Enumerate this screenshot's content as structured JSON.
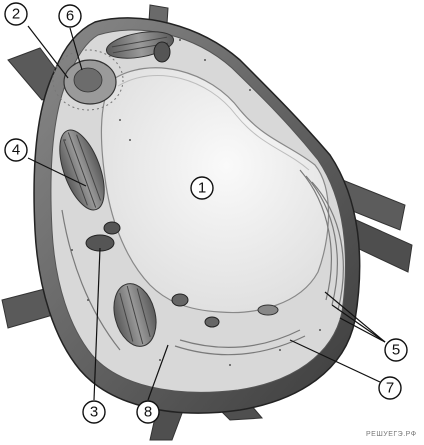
{
  "labels": {
    "l1": "1",
    "l2": "2",
    "l3": "3",
    "l4": "4",
    "l5": "5",
    "l6": "6",
    "l7": "7",
    "l8": "8"
  },
  "watermark": "РЕШУЕГЭ.РФ",
  "colors": {
    "cell_wall_dark": "#4a4a4a",
    "cell_wall_mid": "#6e6e6e",
    "cytoplasm": "#d9d9d9",
    "vacuole": "#f3f3f3",
    "chloroplast": "#7a7a7a"
  }
}
